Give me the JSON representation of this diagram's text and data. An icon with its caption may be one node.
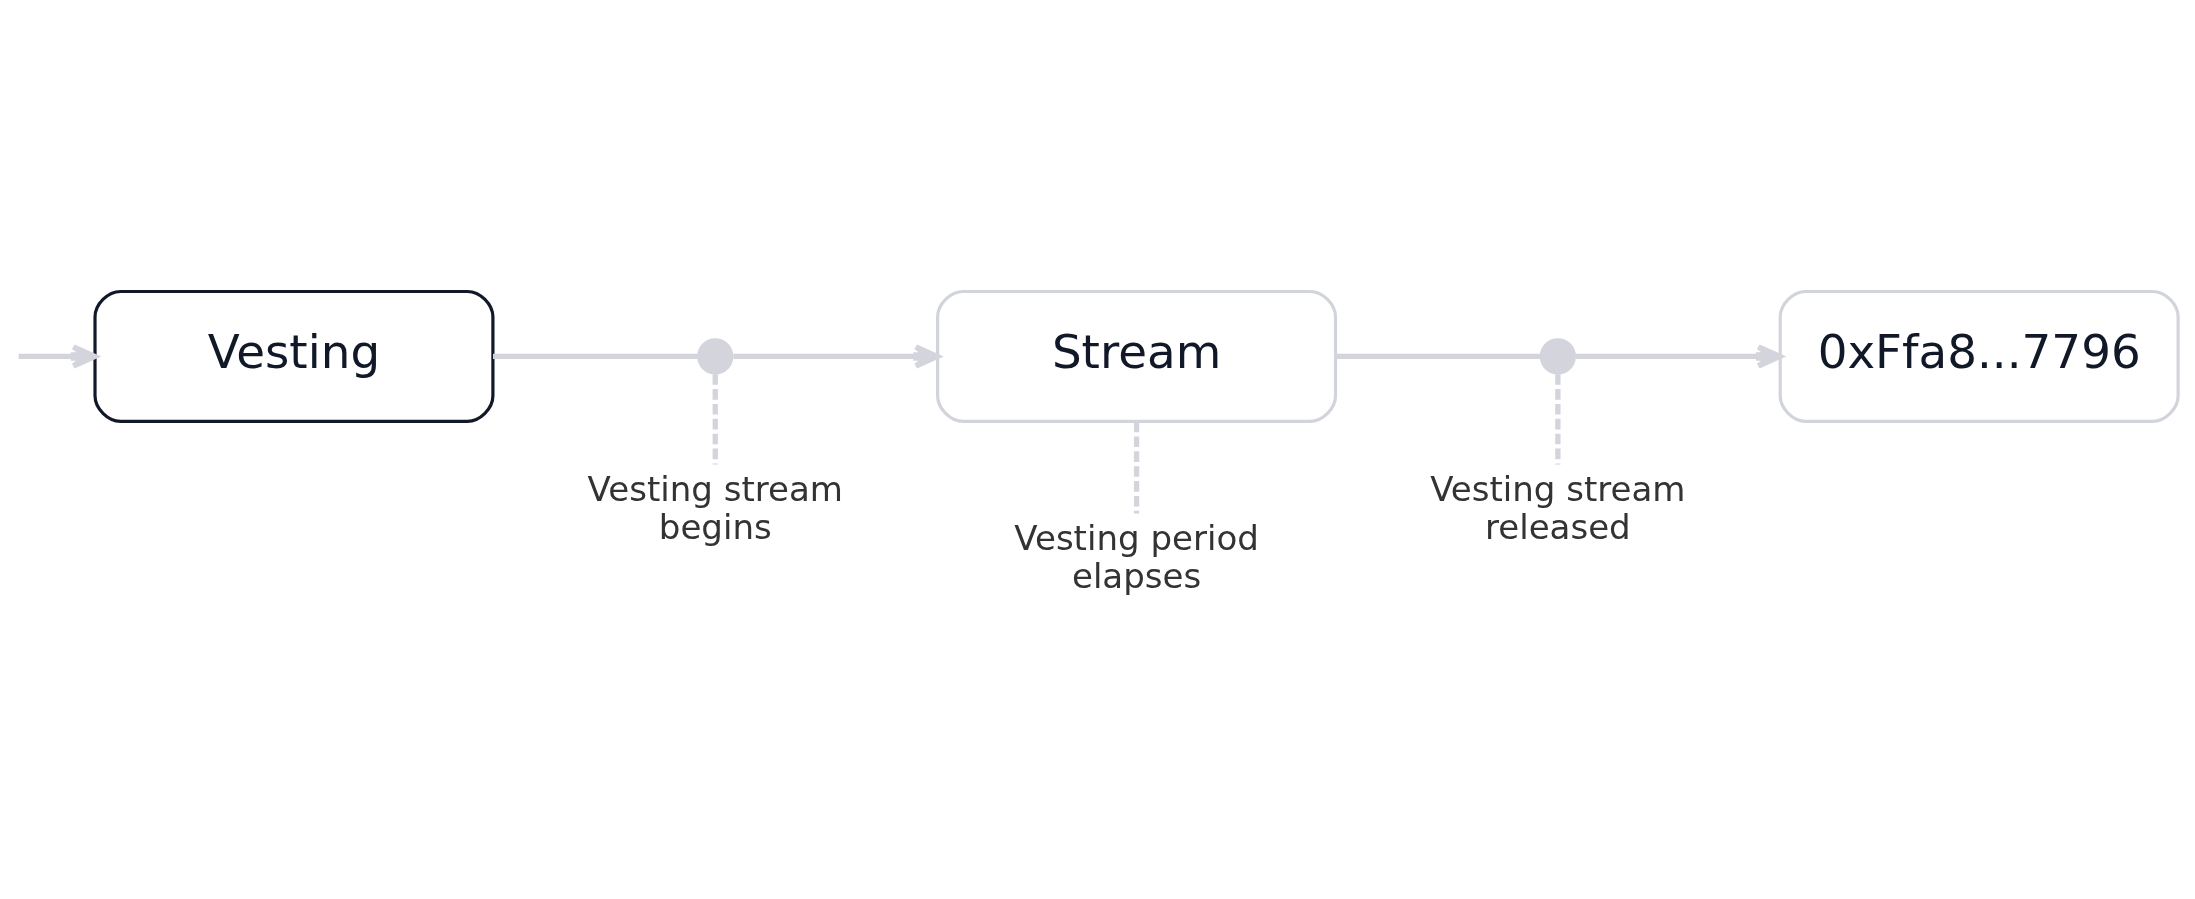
{
  "diagram": {
    "nodes": [
      {
        "text": [
          "Vesting"
        ]
      },
      {
        "text": [],
        "shape": "circle"
      },
      {
        "text": [
          "Stream"
        ]
      },
      {
        "text": [],
        "shape": "circle"
      },
      {
        "text": [
          "0xFfa8...7796"
        ]
      },
      {
        "text": [
          "Vesting stream begins"
        ]
      },
      {
        "text": [
          "Vesting period elapses"
        ]
      },
      {
        "text": [
          "Vesting stream released"
        ]
      }
    ],
    "edges": [
      {
        "from": null,
        "to": 0,
        "arrow": "to"
      },
      {
        "from": 0,
        "to": 1,
        "arrow": "none"
      },
      {
        "from": 1,
        "to": 2,
        "arrow": "to"
      },
      {
        "from": 2,
        "to": 3,
        "arrow": "none"
      },
      {
        "from": 3,
        "to": 4,
        "arrow": "to"
      },
      {
        "from": 1,
        "to": 5,
        "arrow": "none",
        "style": "dashed"
      },
      {
        "from": 2,
        "to": 6,
        "arrow": "none",
        "style": "dashed"
      },
      {
        "from": 3,
        "to": 7,
        "arrow": "none",
        "style": "dashed"
      }
    ]
  }
}
